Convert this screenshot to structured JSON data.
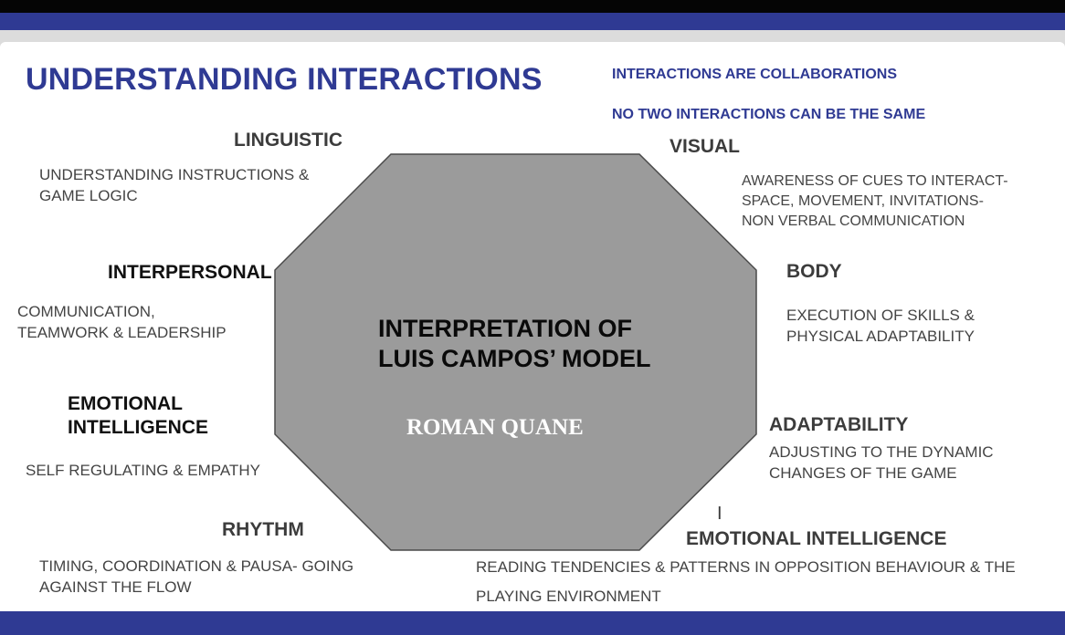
{
  "title": "UNDERSTANDING INTERACTIONS",
  "notes": {
    "line1": "INTERACTIONS ARE COLLABORATIONS",
    "line2": "NO TWO INTERACTIONS CAN BE THE SAME"
  },
  "center": {
    "title": "INTERPRETATION OF\nLUIS CAMPOS’ MODEL",
    "author": "ROMAN QUANE"
  },
  "nodes": {
    "linguistic": {
      "heading": "LINGUISTIC",
      "description": "UNDERSTANDING INSTRUCTIONS &\nGAME LOGIC"
    },
    "visual": {
      "heading": "VISUAL",
      "description": "AWARENESS OF CUES TO INTERACT-\nSPACE, MOVEMENT, INVITATIONS-\nNON VERBAL COMMUNICATION"
    },
    "interpersonal": {
      "heading": "INTERPERSONAL",
      "description": "COMMUNICATION,\nTEAMWORK & LEADERSHIP"
    },
    "body": {
      "heading": "BODY",
      "description": "EXECUTION OF SKILLS &\nPHYSICAL ADAPTABILITY"
    },
    "emotional_left": {
      "heading": "EMOTIONAL\nINTELLIGENCE",
      "description": "SELF REGULATING & EMPATHY"
    },
    "adaptability": {
      "heading": "ADAPTABILITY",
      "description": "ADJUSTING TO THE DYNAMIC\nCHANGES OF THE GAME"
    },
    "rhythm": {
      "heading": "RHYTHM",
      "description": "TIMING, COORDINATION & PAUSA- GOING\nAGAINST THE FLOW"
    },
    "emotional_right": {
      "mark": "I",
      "heading": "EMOTIONAL INTELLIGENCE",
      "description_line1": "READING TENDENCIES & PATTERNS IN OPPOSITION BEHAVIOUR & THE",
      "description_line2": "PLAYING ENVIRONMENT"
    }
  },
  "colors": {
    "brand_blue": "#2f3a93",
    "octagon_fill": "#9b9b9b",
    "octagon_stroke": "#4a4a4a"
  }
}
